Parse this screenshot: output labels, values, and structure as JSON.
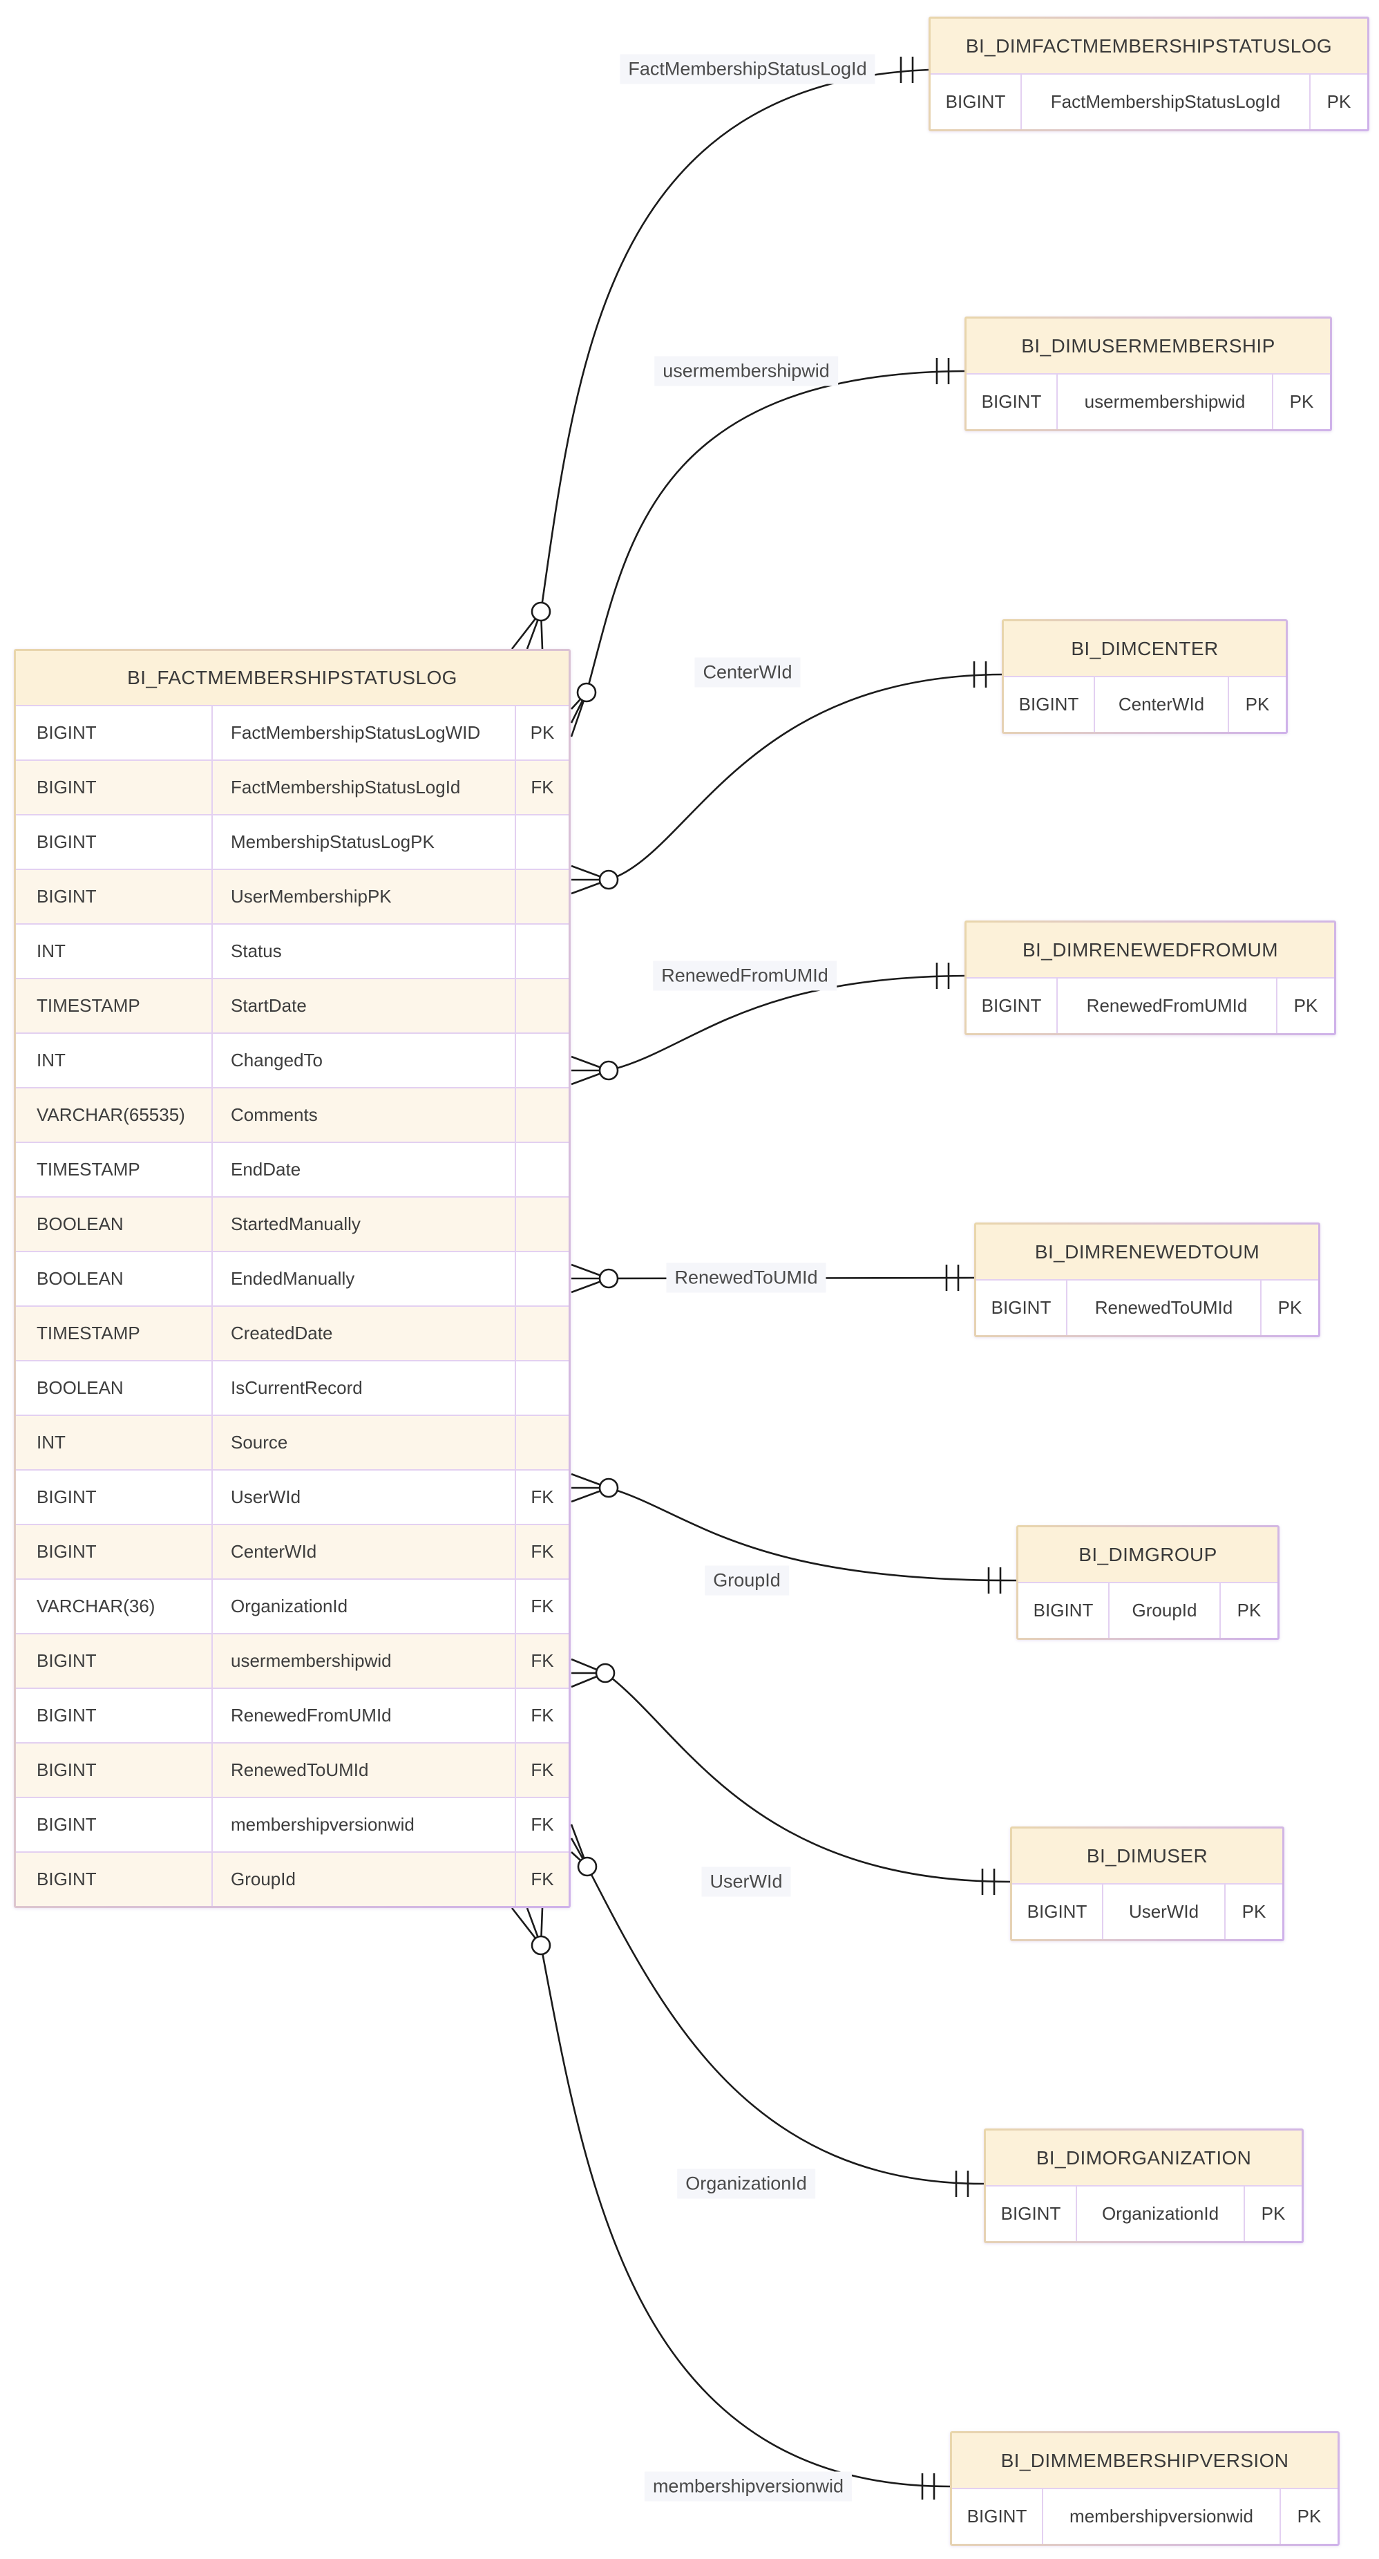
{
  "diagram": {
    "fact_table": {
      "id": "fact",
      "title": "BI_FACTMEMBERSHIPSTATUSLOG",
      "columns": [
        {
          "type": "BIGINT",
          "name": "FactMembershipStatusLogWID",
          "key": "PK"
        },
        {
          "type": "BIGINT",
          "name": "FactMembershipStatusLogId",
          "key": "FK"
        },
        {
          "type": "BIGINT",
          "name": "MembershipStatusLogPK",
          "key": ""
        },
        {
          "type": "BIGINT",
          "name": "UserMembershipPK",
          "key": ""
        },
        {
          "type": "INT",
          "name": "Status",
          "key": ""
        },
        {
          "type": "TIMESTAMP",
          "name": "StartDate",
          "key": ""
        },
        {
          "type": "INT",
          "name": "ChangedTo",
          "key": ""
        },
        {
          "type": "VARCHAR(65535)",
          "name": "Comments",
          "key": ""
        },
        {
          "type": "TIMESTAMP",
          "name": "EndDate",
          "key": ""
        },
        {
          "type": "BOOLEAN",
          "name": "StartedManually",
          "key": ""
        },
        {
          "type": "BOOLEAN",
          "name": "EndedManually",
          "key": ""
        },
        {
          "type": "TIMESTAMP",
          "name": "CreatedDate",
          "key": ""
        },
        {
          "type": "BOOLEAN",
          "name": "IsCurrentRecord",
          "key": ""
        },
        {
          "type": "INT",
          "name": "Source",
          "key": ""
        },
        {
          "type": "BIGINT",
          "name": "UserWId",
          "key": "FK"
        },
        {
          "type": "BIGINT",
          "name": "CenterWId",
          "key": "FK"
        },
        {
          "type": "VARCHAR(36)",
          "name": "OrganizationId",
          "key": "FK"
        },
        {
          "type": "BIGINT",
          "name": "usermembershipwid",
          "key": "FK"
        },
        {
          "type": "BIGINT",
          "name": "RenewedFromUMId",
          "key": "FK"
        },
        {
          "type": "BIGINT",
          "name": "RenewedToUMId",
          "key": "FK"
        },
        {
          "type": "BIGINT",
          "name": "membershipversionwid",
          "key": "FK"
        },
        {
          "type": "BIGINT",
          "name": "GroupId",
          "key": "FK"
        }
      ]
    },
    "dimension_tables": [
      {
        "id": "dim_factmembershipstatuslog",
        "title": "BI_DIMFACTMEMBERSHIPSTATUSLOG",
        "columns": [
          {
            "type": "BIGINT",
            "name": "FactMembershipStatusLogId",
            "key": "PK"
          }
        ]
      },
      {
        "id": "dim_usermembership",
        "title": "BI_DIMUSERMEMBERSHIP",
        "columns": [
          {
            "type": "BIGINT",
            "name": "usermembershipwid",
            "key": "PK"
          }
        ]
      },
      {
        "id": "dim_center",
        "title": "BI_DIMCENTER",
        "columns": [
          {
            "type": "BIGINT",
            "name": "CenterWId",
            "key": "PK"
          }
        ]
      },
      {
        "id": "dim_renewedfromum",
        "title": "BI_DIMRENEWEDFROMUM",
        "columns": [
          {
            "type": "BIGINT",
            "name": "RenewedFromUMId",
            "key": "PK"
          }
        ]
      },
      {
        "id": "dim_renewedtoum",
        "title": "BI_DIMRENEWEDTOUM",
        "columns": [
          {
            "type": "BIGINT",
            "name": "RenewedToUMId",
            "key": "PK"
          }
        ]
      },
      {
        "id": "dim_group",
        "title": "BI_DIMGROUP",
        "columns": [
          {
            "type": "BIGINT",
            "name": "GroupId",
            "key": "PK"
          }
        ]
      },
      {
        "id": "dim_user",
        "title": "BI_DIMUSER",
        "columns": [
          {
            "type": "BIGINT",
            "name": "UserWId",
            "key": "PK"
          }
        ]
      },
      {
        "id": "dim_organization",
        "title": "BI_DIMORGANIZATION",
        "columns": [
          {
            "type": "BIGINT",
            "name": "OrganizationId",
            "key": "PK"
          }
        ]
      },
      {
        "id": "dim_membershipversion",
        "title": "BI_DIMMEMBERSHIPVERSION",
        "columns": [
          {
            "type": "BIGINT",
            "name": "membershipversionwid",
            "key": "PK"
          }
        ]
      }
    ],
    "relationships": [
      {
        "label": "FactMembershipStatusLogId",
        "from": "fact",
        "to": "dim_factmembershipstatuslog",
        "from_cardinality": "zero-or-many",
        "to_cardinality": "exactly-one"
      },
      {
        "label": "usermembershipwid",
        "from": "fact",
        "to": "dim_usermembership",
        "from_cardinality": "zero-or-many",
        "to_cardinality": "exactly-one"
      },
      {
        "label": "CenterWId",
        "from": "fact",
        "to": "dim_center",
        "from_cardinality": "zero-or-many",
        "to_cardinality": "exactly-one"
      },
      {
        "label": "RenewedFromUMId",
        "from": "fact",
        "to": "dim_renewedfromum",
        "from_cardinality": "zero-or-many",
        "to_cardinality": "exactly-one"
      },
      {
        "label": "RenewedToUMId",
        "from": "fact",
        "to": "dim_renewedtoum",
        "from_cardinality": "zero-or-many",
        "to_cardinality": "exactly-one"
      },
      {
        "label": "GroupId",
        "from": "fact",
        "to": "dim_group",
        "from_cardinality": "zero-or-many",
        "to_cardinality": "exactly-one"
      },
      {
        "label": "UserWId",
        "from": "fact",
        "to": "dim_user",
        "from_cardinality": "zero-or-many",
        "to_cardinality": "exactly-one"
      },
      {
        "label": "OrganizationId",
        "from": "fact",
        "to": "dim_organization",
        "from_cardinality": "zero-or-many",
        "to_cardinality": "exactly-one"
      },
      {
        "label": "membershipversionwid",
        "from": "fact",
        "to": "dim_membershipversion",
        "from_cardinality": "zero-or-many",
        "to_cardinality": "exactly-one"
      }
    ],
    "colors": {
      "header_fill": "#fcf1d9",
      "row_fill": "#ffffff",
      "row_alt_fill": "#fdf6ea",
      "border_purple": "#cfb2ea",
      "border_gold": "#e9d6ab",
      "grid_line": "#e3d0f1",
      "relationship_line": "#1b1b1b",
      "label_background": "#f5f6fa",
      "text": "#3d3d3d"
    }
  }
}
